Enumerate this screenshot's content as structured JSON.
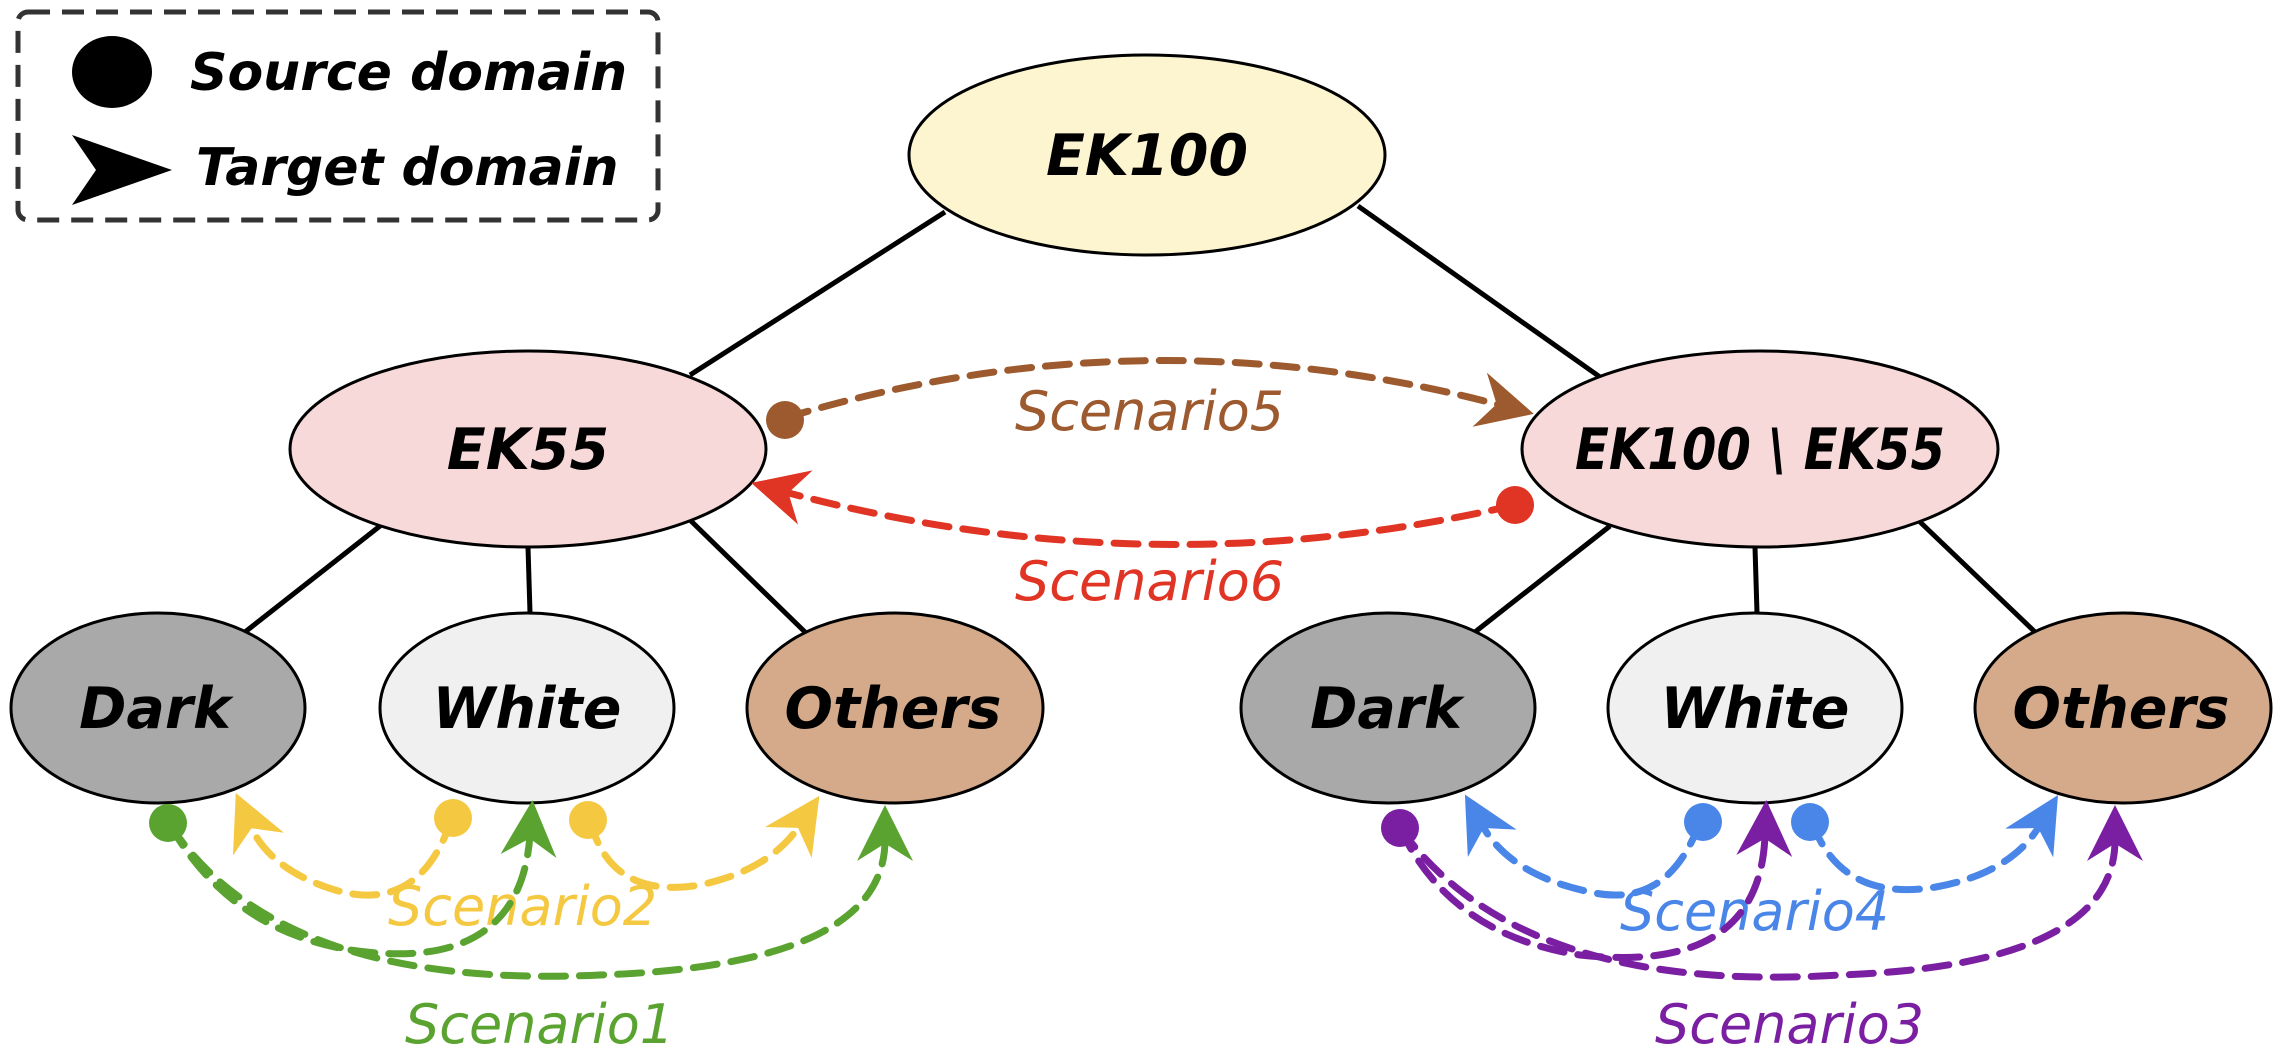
{
  "legend": {
    "source_label": "Source domain",
    "target_label": "Target domain"
  },
  "nodes": {
    "root": "EK100",
    "ek55": "EK55",
    "ek100_minus_ek55": "EK100 \\ EK55",
    "left_dark": "Dark",
    "left_white": "White",
    "left_others": "Others",
    "right_dark": "Dark",
    "right_white": "White",
    "right_others": "Others"
  },
  "scenarios": {
    "s1": "Scenario1",
    "s2": "Scenario2",
    "s3": "Scenario3",
    "s4": "Scenario4",
    "s5": "Scenario5",
    "s6": "Scenario6"
  },
  "colors": {
    "root_fill": "#fdf5cf",
    "subset_fill": "#f8d9d9",
    "dark_fill": "#a9a9a9",
    "white_fill": "#f0f0f0",
    "others_fill": "#d4aa8a",
    "scenario1": "#5aa330",
    "scenario2": "#f5c842",
    "scenario3": "#7b1fa2",
    "scenario4": "#4a86e8",
    "scenario5": "#9c5a2e",
    "scenario6": "#e03424"
  }
}
